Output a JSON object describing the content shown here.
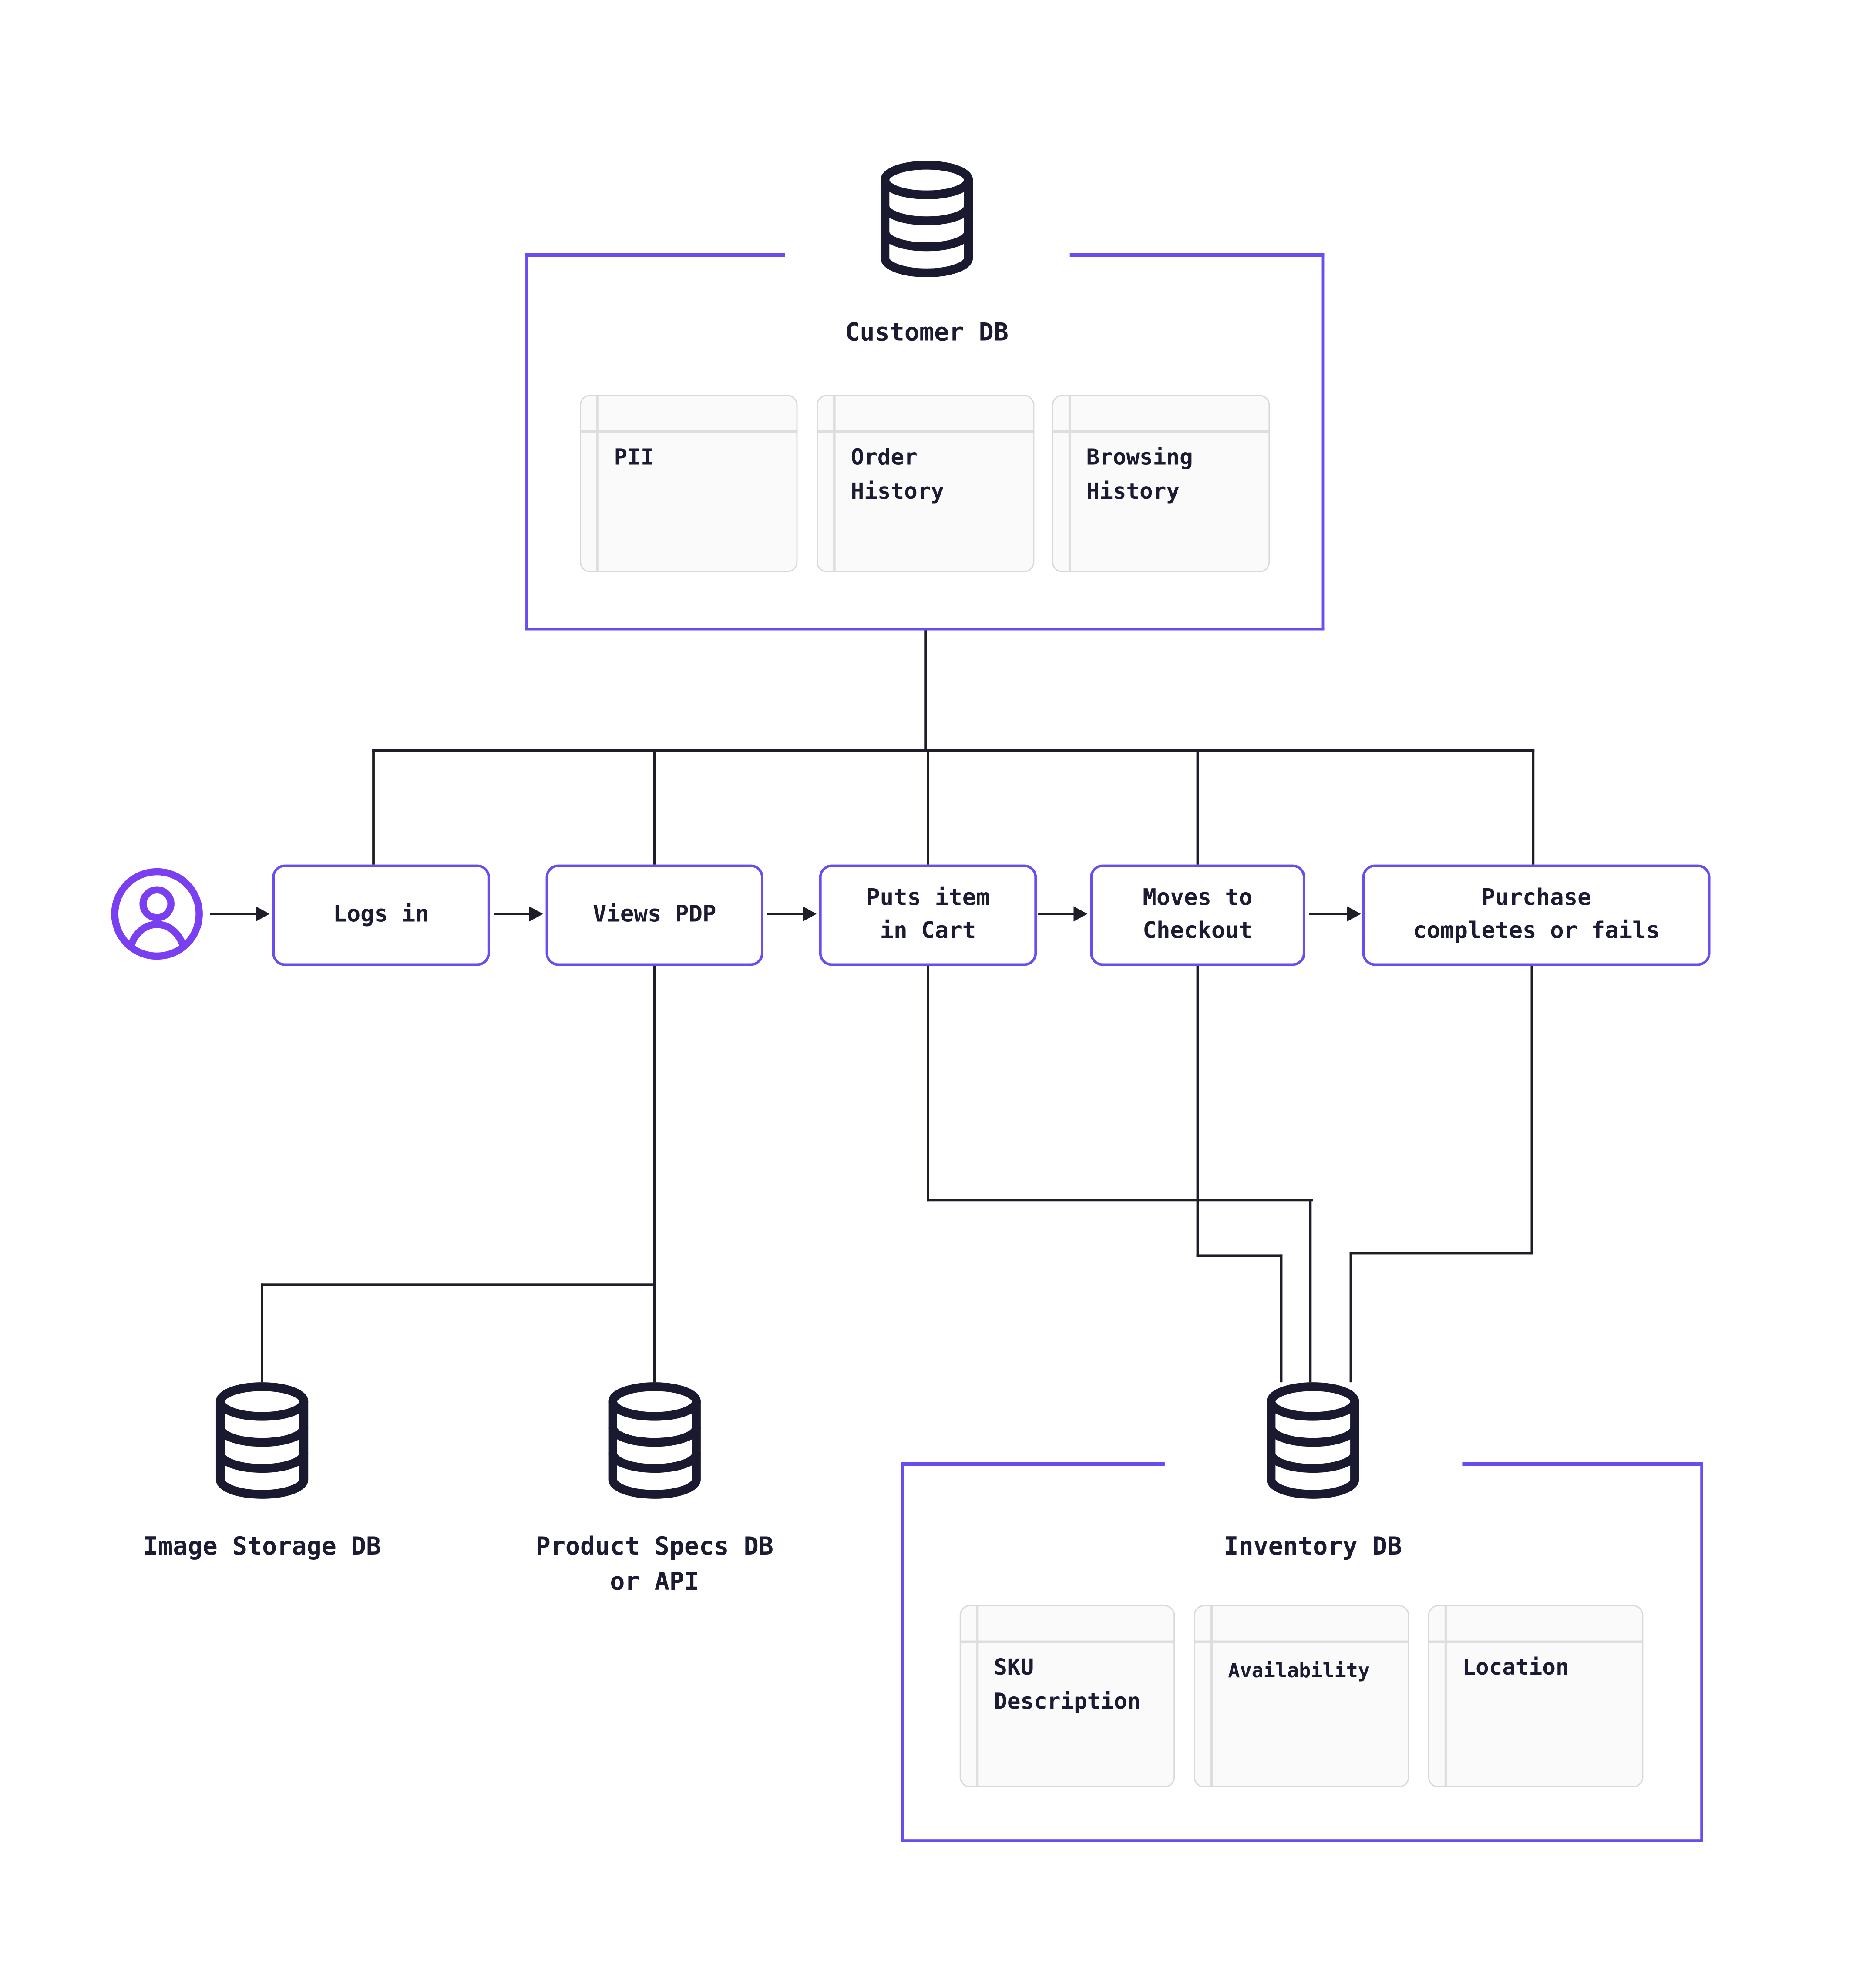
{
  "colors": {
    "accent_purple": "#6a4cf0",
    "user_icon_purple": "#7b3ff2",
    "ink_dark": "#1b1b33",
    "connector_line": "#1e1e28",
    "card_bg": "#fafafa",
    "card_border": "#d9d9d9",
    "background": "#ffffff"
  },
  "icons": {
    "customer_db": "database-cylinder-icon",
    "user": "user-circle-icon",
    "image_storage_db": "database-cylinder-icon",
    "product_specs_db": "database-cylinder-icon",
    "inventory_db": "database-cylinder-icon"
  },
  "customer_db": {
    "label": "Customer DB",
    "cards": [
      {
        "label": "PII",
        "lines": [
          "PII"
        ]
      },
      {
        "label": "Order History",
        "lines": [
          "Order",
          "History"
        ]
      },
      {
        "label": "Browsing History",
        "lines": [
          "Browsing",
          "History"
        ]
      }
    ]
  },
  "user_flow": {
    "steps": [
      {
        "label": "Logs in",
        "lines": [
          "Logs in"
        ]
      },
      {
        "label": "Views PDP",
        "lines": [
          "Views PDP"
        ]
      },
      {
        "label": "Puts item in Cart",
        "lines": [
          "Puts item",
          "in Cart"
        ]
      },
      {
        "label": "Moves to Checkout",
        "lines": [
          "Moves to",
          "Checkout"
        ]
      },
      {
        "label": "Purchase completes or fails",
        "lines": [
          "Purchase",
          "completes or fails"
        ]
      }
    ]
  },
  "databases": {
    "image_storage": {
      "label": "Image Storage DB",
      "lines": [
        "Image Storage DB"
      ]
    },
    "product_specs": {
      "label": "Product Specs DB or API",
      "lines": [
        "Product Specs DB",
        "or API"
      ]
    },
    "inventory": {
      "label": "Inventory DB",
      "cards": [
        {
          "label": "SKU Description",
          "lines": [
            "SKU",
            "Description"
          ]
        },
        {
          "label": "Availability",
          "lines": [
            "Availability"
          ]
        },
        {
          "label": "Location",
          "lines": [
            "Location"
          ]
        }
      ]
    }
  }
}
